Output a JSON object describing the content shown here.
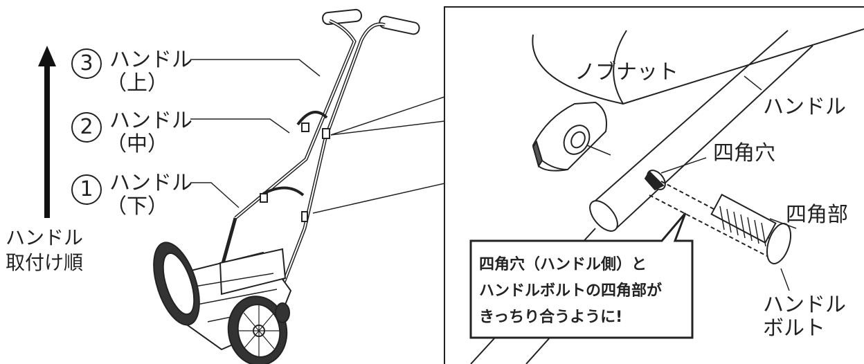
{
  "left": {
    "handles": [
      {
        "number": "3",
        "name": "ハンドル",
        "position": "（上）"
      },
      {
        "number": "2",
        "name": "ハンドル",
        "position": "（中）"
      },
      {
        "number": "1",
        "name": "ハンドル",
        "position": "（下）"
      }
    ],
    "order_caption": [
      "ハンドル",
      "取付け順"
    ]
  },
  "right": {
    "knob_nut": "ノブナット",
    "handle": "ハンドル",
    "square_hole": "四角穴",
    "square_part": "四角部",
    "handle_bolt": [
      "ハンドル",
      "ボルト"
    ],
    "callout": [
      "四角穴（ハンドル側）と",
      "ハンドルボルトの四角部が",
      "きっちり合うように!"
    ]
  }
}
